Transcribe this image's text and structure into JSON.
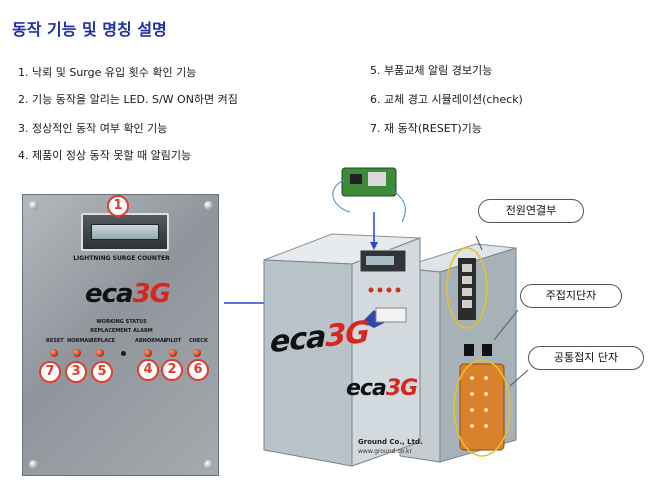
{
  "title": "동작 기능 및 명칭 설명",
  "features": [
    "1. 낙뢰 및 Surge 유입 횟수 확인 기능",
    "2. 기능 동작을 알리는 LED. S/W ON하면 켜짐",
    "3. 정상적인 동작 여부 확인 기능",
    "4. 제품이 정상 동작 못할 때 알림기능",
    "5. 부품교체 알림 경보기능",
    "6. 교체 경고 시뮬레이션(check)",
    "7. 재 동작(RESET)기능"
  ],
  "front_panel": {
    "counter_label": "LIGHTNING SURGE COUNTER",
    "logo_text": "eca",
    "logo_suffix": "3G",
    "working_status": "WORKING STATUS",
    "replacement_alarm": "REPLACEMENT ALARM",
    "led_labels": [
      "RESET",
      "NORMAL",
      "REPLACE",
      "ABNORMAL",
      "PILOT",
      "CHECK"
    ],
    "badges": [
      "1",
      "7",
      "3",
      "5",
      "4",
      "2",
      "6"
    ]
  },
  "device": {
    "logo_text": "eca",
    "logo_suffix": "3G",
    "company": "Ground Co., Ltd.",
    "website": "www.ground.co.kr"
  },
  "callouts": {
    "power": "전원연결부",
    "main_ground": "주접지단자",
    "common_ground": "공통접지 단자"
  },
  "colors": {
    "title": "#1f2fa8",
    "badge": "#e23b2b",
    "arrow": "#2b46d9",
    "logo_accent": "#d8261e",
    "highlight": "#e8c321"
  }
}
